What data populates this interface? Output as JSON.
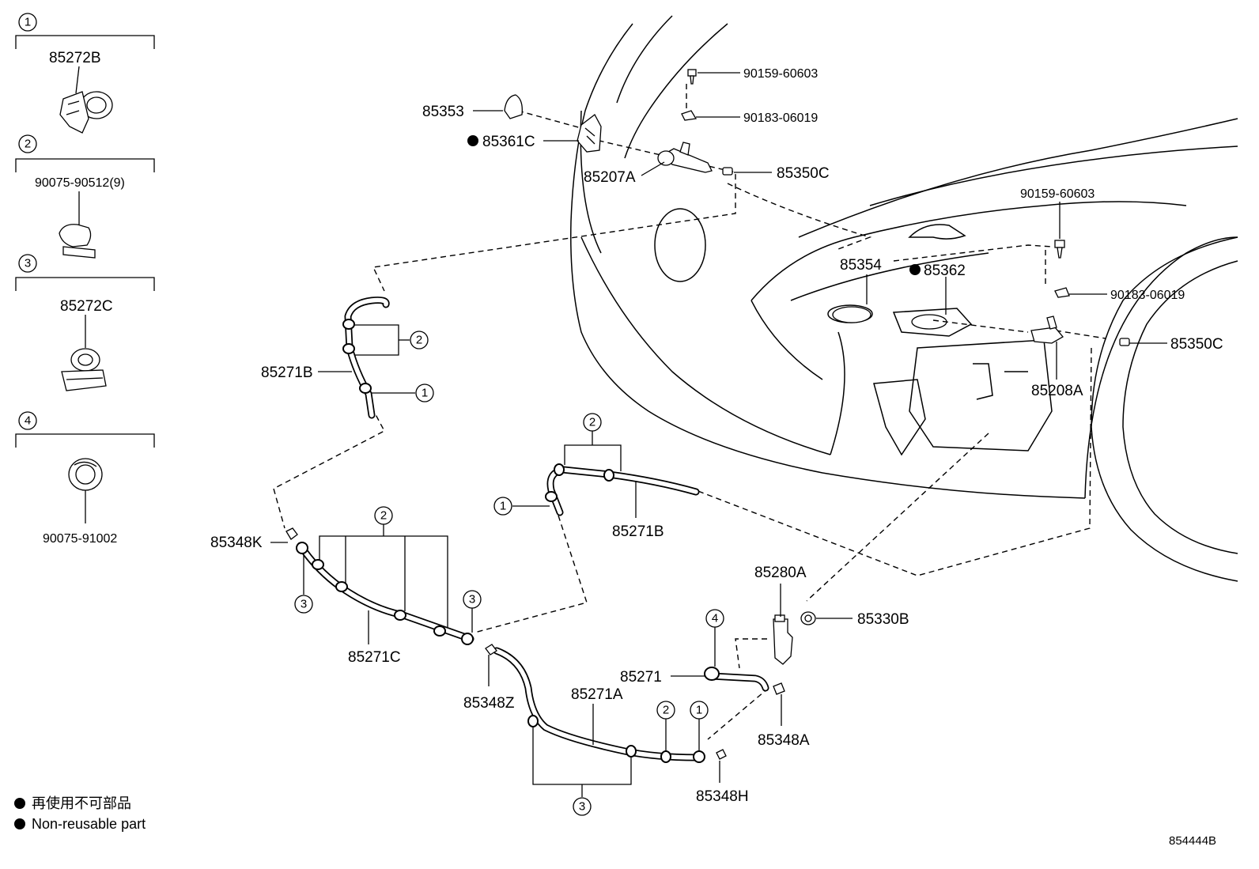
{
  "legend_boxes": [
    {
      "num": "1",
      "part": "85272B"
    },
    {
      "num": "2",
      "part": "90075-90512(9)"
    },
    {
      "num": "3",
      "part": "85272C"
    },
    {
      "num": "4",
      "part": "90075-91002"
    }
  ],
  "callouts": {
    "p85353": "85353",
    "p85361C": "85361C",
    "p85207A": "85207A",
    "p90159_top": "90159-60603",
    "p90183_top": "90183-06019",
    "p85350C_top": "85350C",
    "p90159_right": "90159-60603",
    "p85354": "85354",
    "p85362": "85362",
    "p90183_right": "90183-06019",
    "p85350C_right": "85350C",
    "p85208A": "85208A",
    "p85271B_left": "85271B",
    "p85271B_mid": "85271B",
    "p85348K": "85348K",
    "p85271C": "85271C",
    "p85348Z": "85348Z",
    "p85271A": "85271A",
    "p85280A": "85280A",
    "p85330B": "85330B",
    "p85271": "85271",
    "p85348A": "85348A",
    "p85348H": "85348H"
  },
  "clip_refs": {
    "c2_left": "2",
    "c1_left": "1",
    "c2_mid": "2",
    "c1_mid": "1",
    "c2_lower": "2",
    "c3_left": "3",
    "c3_mid": "3",
    "c4": "4",
    "c2_a": "2",
    "c1_a": "1",
    "c3_a": "3"
  },
  "legend": {
    "jp": "再使用不可部品",
    "en": "Non-reusable part"
  },
  "diagram_code": "854444B"
}
